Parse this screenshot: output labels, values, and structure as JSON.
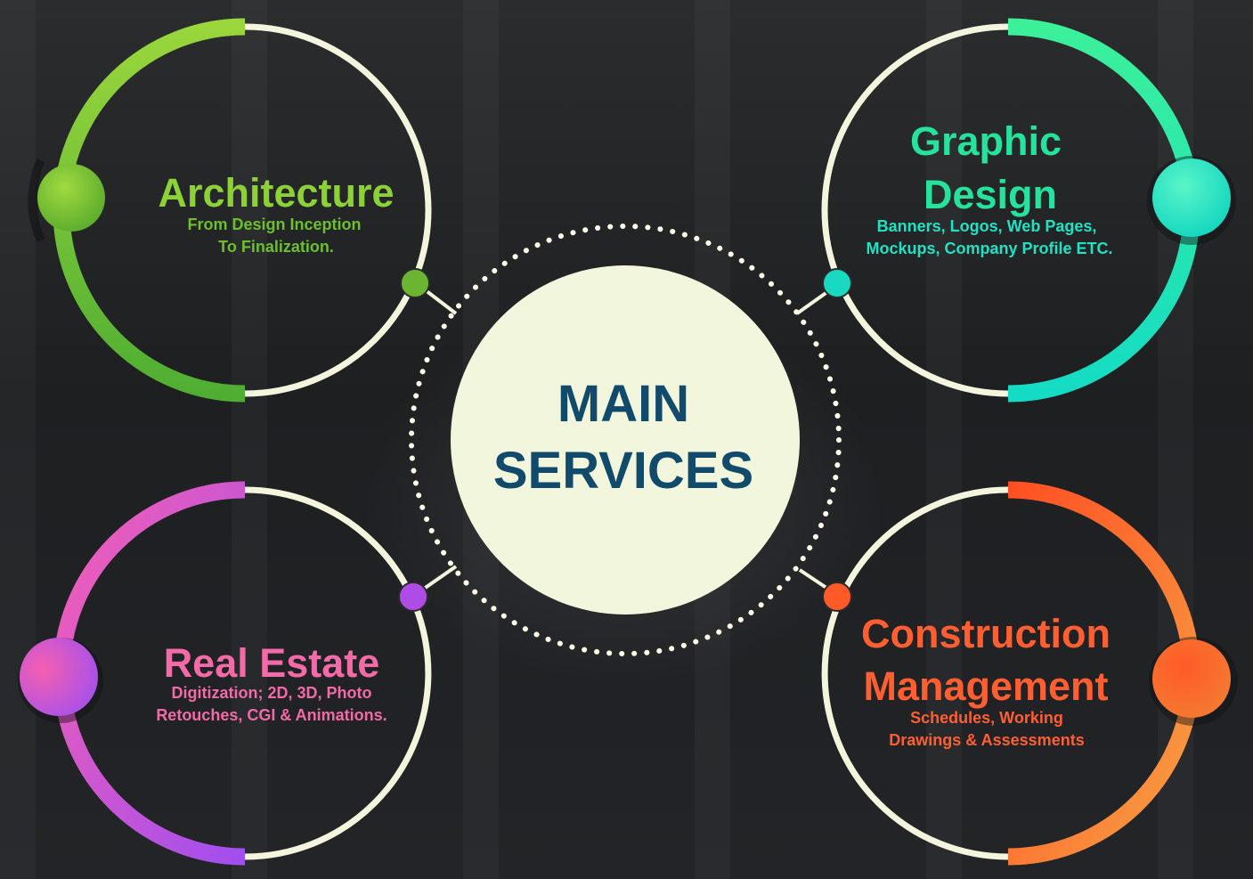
{
  "center": {
    "line1": "MAIN",
    "line2": "SERVICES",
    "text_color": "#124a6b",
    "fill_color": "#f1f6dc"
  },
  "services": [
    {
      "key": "architecture",
      "title_lines": [
        "Architecture"
      ],
      "desc_lines": [
        "From Design Inception",
        "To Finalization."
      ],
      "color_main": "#8fd13a",
      "color_alt": "#5fb62f",
      "text_color": "#8cd135",
      "icon": "architecture-node-icon"
    },
    {
      "key": "graphic-design",
      "title_lines": [
        "Graphic",
        "Design"
      ],
      "desc_lines": [
        "Banners, Logos, Web Pages,",
        "Mockups, Company Profile ETC."
      ],
      "color_main": "#1de4b0",
      "color_alt": "#37f0a0",
      "text_color": "#25e39c",
      "icon": "graphic-design-node-icon"
    },
    {
      "key": "real-estate",
      "title_lines": [
        "Real Estate"
      ],
      "desc_lines": [
        "Digitization; 2D, 3D, Photo",
        "Retouches, CGI & Animations."
      ],
      "color_main": "#f260b0",
      "color_alt": "#b44dea",
      "text_color": "#f26aa8",
      "icon": "real-estate-node-icon"
    },
    {
      "key": "construction-management",
      "title_lines": [
        "Construction",
        "Management"
      ],
      "desc_lines": [
        "Schedules, Working",
        "Drawings & Assessments"
      ],
      "color_main": "#ff5a2a",
      "color_alt": "#f58a3c",
      "text_color": "#ff5f30",
      "icon": "construction-node-icon"
    }
  ],
  "ring_color": "#f3f5dd"
}
